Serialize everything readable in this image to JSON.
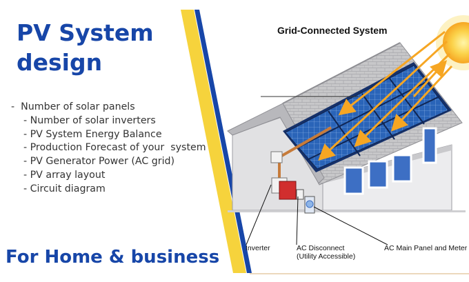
{
  "headline": {
    "line1": "PV System",
    "line2": "design"
  },
  "features": [
    "-  Number of solar panels",
    "- Number of solar inverters",
    "- PV System Energy Balance",
    "- Production Forecast of your  system",
    "- PV Generator Power (AC grid)",
    "- PV array layout",
    "- Circuit diagram"
  ],
  "tagline": "For Home & business",
  "diagram": {
    "title": "Grid-Connected System",
    "callouts": {
      "inverter": "Inverter",
      "ac_disconnect_line1": "AC Disconnect",
      "ac_disconnect_line2": "(Utility Accessible)",
      "ac_main_panel": "AC Main Panel and Meter"
    }
  },
  "colors": {
    "brand_blue": "#1746a8",
    "accent_yellow": "#f6d33c",
    "panel_blue": "#1e4f9e",
    "sun_orange": "#f6a623",
    "conduit_orange": "#c77b3a"
  },
  "icons": [
    "sun-icon",
    "solar-panel-icon",
    "house-icon",
    "inverter-icon",
    "meter-icon"
  ]
}
